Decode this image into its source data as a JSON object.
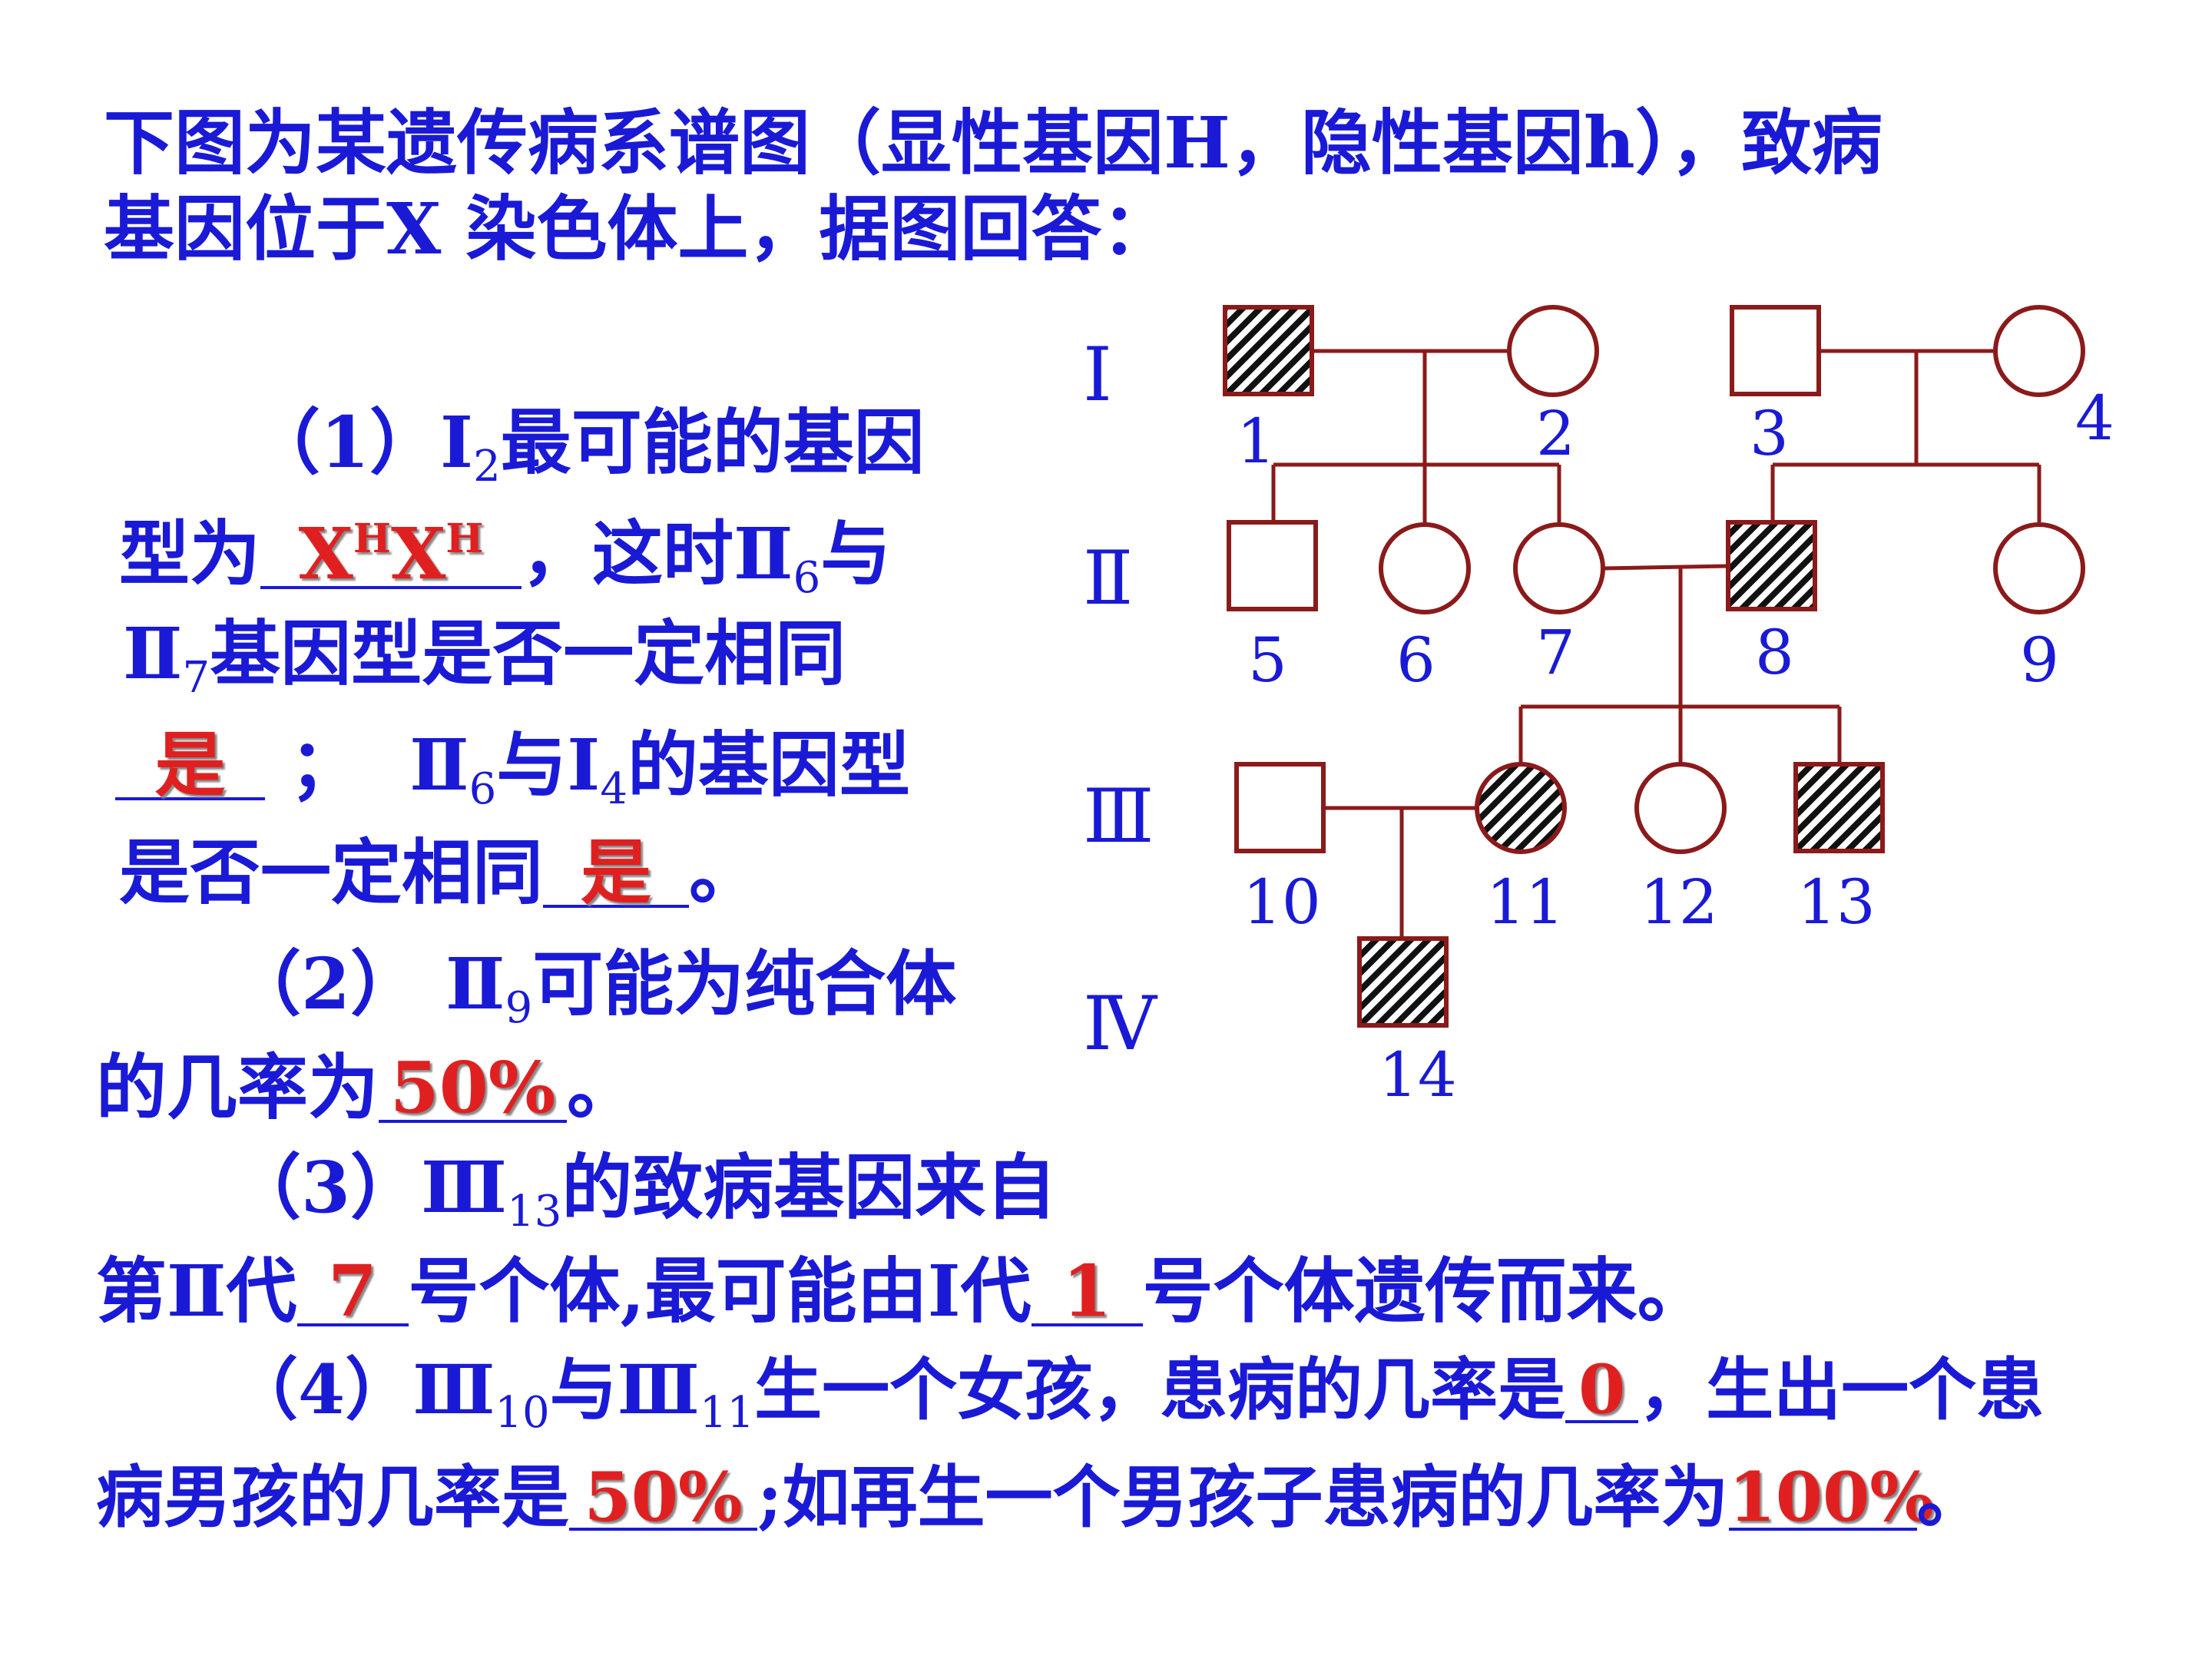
{
  "intro": {
    "line1": "下图为某遗传病系谱图（显性基因H，隐性基因h），致病",
    "line2": "基因位于X 染色体上，据图回答："
  },
  "q1": {
    "l1_pre": "（1）Ⅰ",
    "l1_sub": "2",
    "l1_post": "最可能的基因",
    "l2_pre": "型为",
    "ans1_a": "X",
    "ans1_sup1": "H",
    "ans1_b": "X",
    "ans1_sup2": "H",
    "l2_post": "，这时Ⅱ",
    "l2_sub": "6",
    "l2_end": "与",
    "l3_pre": "Ⅱ",
    "l3_sub": "7",
    "l3_post": "基因型是否一定相同",
    "ans2": "是",
    "l4_mid": " ；  Ⅱ",
    "l4_sub": "6",
    "l4_mid2": "与Ⅰ",
    "l4_sub2": "4",
    "l4_post": "的基因型",
    "l5_pre": "是否一定相同",
    "ans3": "是",
    "l5_post": "。"
  },
  "q2": {
    "l1_pre": "（2） Ⅱ",
    "l1_sub": "9",
    "l1_post": "可能为纯合体",
    "l2_pre": "的几率为",
    "ans": "50%",
    "l2_post": "。"
  },
  "q3": {
    "l1_pre": "（3）Ⅲ",
    "l1_sub": "13",
    "l1_post": "的致病基因来自",
    "l2_pre": "第Ⅱ代",
    "ans1": "7",
    "l2_mid": "号个体,最可能由Ⅰ代",
    "ans2": "1",
    "l2_post": "号个体遗传而来。"
  },
  "q4": {
    "l1_pre": "（4）Ⅲ",
    "l1_sub1": "10",
    "l1_mid": "与Ⅲ",
    "l1_sub2": "11",
    "l1_mid2": "生一个女孩，患病的几率是",
    "ans1": "0",
    "l1_post": "，生出一个患",
    "l2_pre": "病男孩的几率是",
    "ans2": "50%",
    "l2_mid": ";如再生一个男孩子患病的几率为",
    "ans3": "100%",
    "l2_post": "。"
  },
  "pedigree": {
    "generations": [
      "Ⅰ",
      "Ⅱ",
      "Ⅲ",
      "Ⅳ"
    ],
    "individuals": [
      {
        "id": "1",
        "sex": "male",
        "affected": true
      },
      {
        "id": "2",
        "sex": "female",
        "affected": false
      },
      {
        "id": "3",
        "sex": "male",
        "affected": false
      },
      {
        "id": "4",
        "sex": "female",
        "affected": false
      },
      {
        "id": "5",
        "sex": "male",
        "affected": false
      },
      {
        "id": "6",
        "sex": "female",
        "affected": false
      },
      {
        "id": "7",
        "sex": "female",
        "affected": false
      },
      {
        "id": "8",
        "sex": "male",
        "affected": true
      },
      {
        "id": "9",
        "sex": "female",
        "affected": false
      },
      {
        "id": "10",
        "sex": "male",
        "affected": false
      },
      {
        "id": "11",
        "sex": "female",
        "affected": true
      },
      {
        "id": "12",
        "sex": "female",
        "affected": false
      },
      {
        "id": "13",
        "sex": "male",
        "affected": true
      },
      {
        "id": "14",
        "sex": "male",
        "affected": true
      }
    ]
  },
  "colors": {
    "text": "#1a1ad6",
    "answer": "#e02020",
    "pedigree": "#8b1a1a"
  }
}
